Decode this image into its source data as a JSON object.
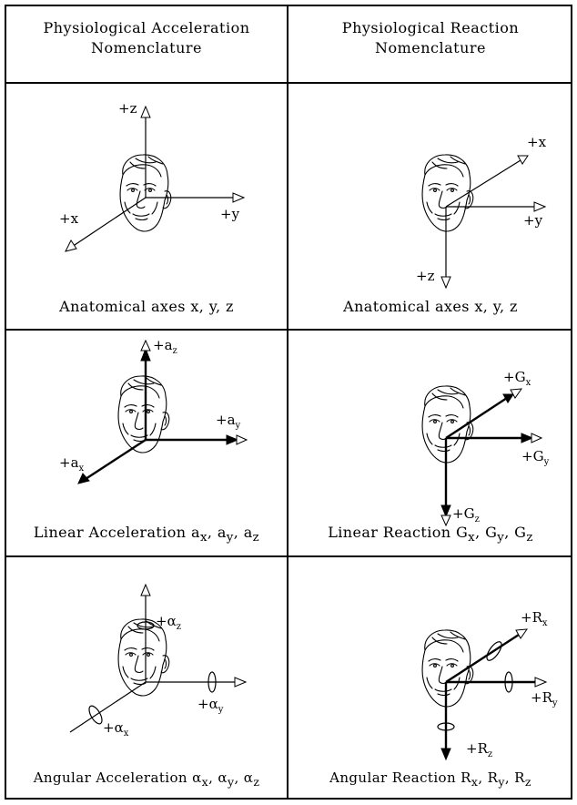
{
  "headers": {
    "left_line1": "Physiological Acceleration",
    "left_line2": "Nomenclature",
    "right_line1": "Physiological Reaction",
    "right_line2": "Nomenclature"
  },
  "rows": [
    {
      "left": {
        "caption": "Anatomical axes x, y, z",
        "labels": {
          "z": "+z",
          "x": "+x",
          "y": "+y"
        }
      },
      "right": {
        "caption": "Anatomical axes x, y, z",
        "labels": {
          "x": "+x",
          "y": "+y",
          "z": "+z"
        }
      }
    },
    {
      "left": {
        "caption_main": "Linear Acceleration a",
        "sub_x": "x",
        "sep1": ", a",
        "sub_y": "y",
        "sep2": ", a",
        "sub_z": "z",
        "labels": {
          "z": "+a",
          "z_sub": "z",
          "y": "+a",
          "y_sub": "y",
          "x": "+a",
          "x_sub": "x"
        }
      },
      "right": {
        "caption_main": "Linear Reaction G",
        "sub_x": "x",
        "sep1": ", G",
        "sub_y": "y",
        "sep2": ", G",
        "sub_z": "z",
        "labels": {
          "x": "+G",
          "x_sub": "x",
          "y": "+G",
          "y_sub": "y",
          "z": "+G",
          "z_sub": "z"
        }
      }
    },
    {
      "left": {
        "caption_main": "Angular Acceleration α",
        "sub_x": "x",
        "sep1": ", α",
        "sub_y": "y",
        "sep2": ", α",
        "sub_z": "z",
        "labels": {
          "z": "+α",
          "z_sub": "z",
          "y": "+α",
          "y_sub": "y",
          "x": "+α",
          "x_sub": "x"
        }
      },
      "right": {
        "caption_main": "Angular Reaction R",
        "sub_x": "x",
        "sep1": ", R",
        "sub_y": "y",
        "sep2": ", R",
        "sub_z": "z",
        "labels": {
          "x": "+R",
          "x_sub": "x",
          "y": "+R",
          "y_sub": "y",
          "z": "+R",
          "z_sub": "z"
        }
      }
    }
  ]
}
